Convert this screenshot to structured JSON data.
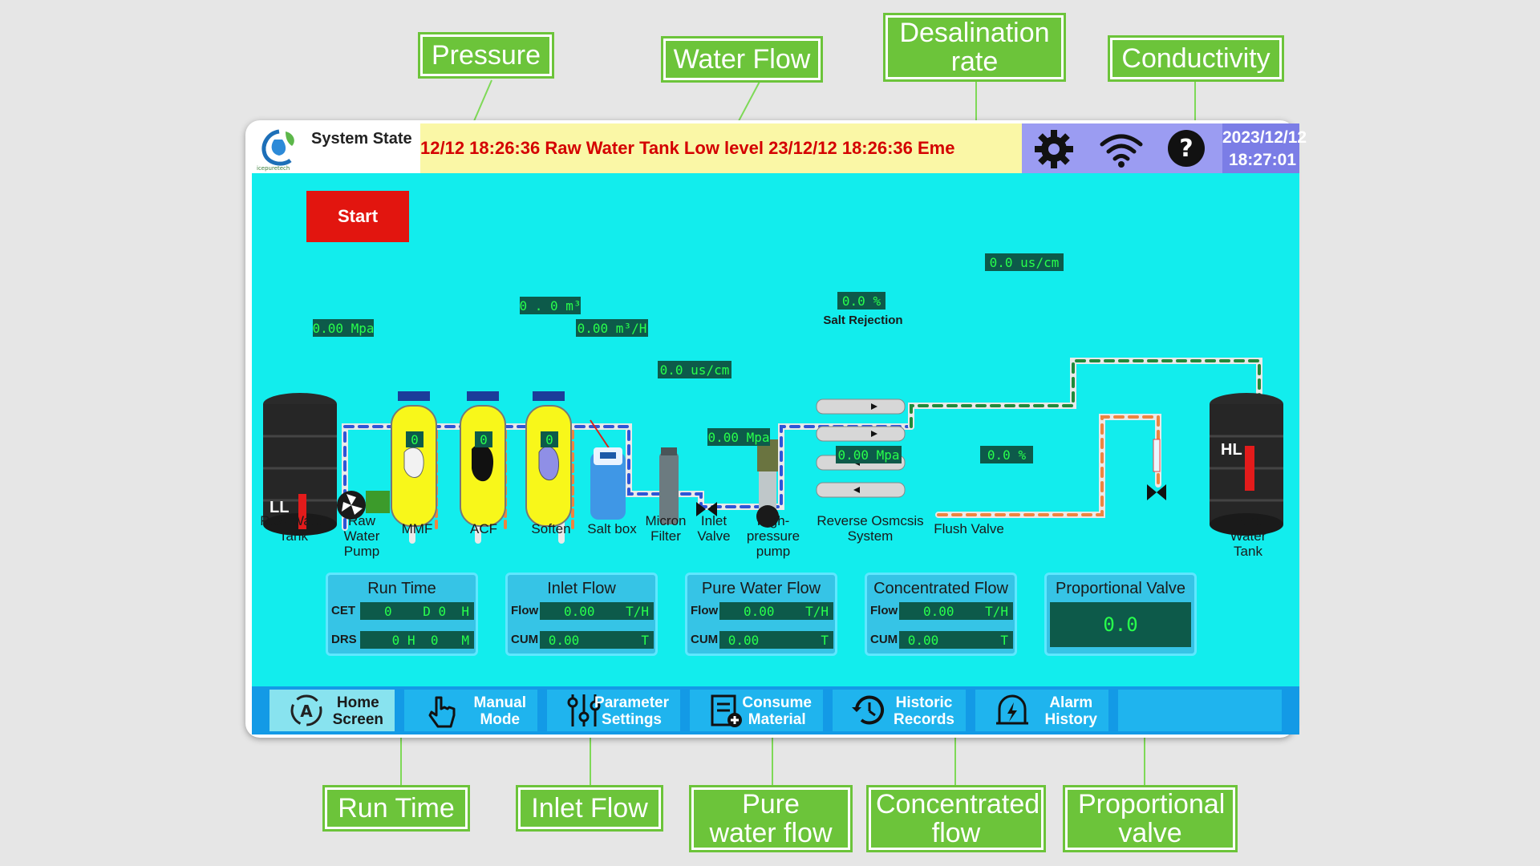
{
  "callouts": {
    "pressure": "Pressure",
    "water_flow": "Water Flow",
    "desalination_rate": "Desalination rate",
    "conductivity": "Conductivity",
    "run_time": "Run Time",
    "inlet_flow": "Inlet Flow",
    "pure_water_flow": "Pure water flow",
    "concentrated_flow": "Concentrated flow",
    "proportional_valve": "Proportional valve"
  },
  "colors": {
    "callout_green": "#6cc43a",
    "panel_cyan": "#12eded",
    "ticker_bg": "#faf7a6",
    "ticker_text": "#d40000",
    "display_bg": "#0d5a4a",
    "display_text": "#28ff4c",
    "start_red": "#e2150f",
    "nav_blue": "#139ae6"
  },
  "header": {
    "logo_icon": "water-drop-leaf-logo",
    "logo_caption": "icepuretech",
    "title": "System State",
    "alarm_ticker": "12/12  18:26:36   Raw Water Tank Low level   23/12/12  18:26:36    Eme",
    "icons": [
      "gear-icon",
      "wifi-icon",
      "help-icon"
    ],
    "date": "2023/12/12",
    "time": "18:27:01"
  },
  "start_button": "Start",
  "displays": {
    "pressure_inlet": "0.00 Mpa",
    "water_volume": "0 . 0  m³",
    "water_flow": "0.00  m³/H",
    "conductivity_inlet": "0.0   us/cm",
    "pressure_hp": "0.00 Mpa",
    "salt_rejection_value": "0.0  %",
    "salt_rejection_label": "Salt Rejection",
    "pressure_ro": "0.00  Mpa",
    "conductivity_out": "0.0   us/cm",
    "flush_percent": "0.0   %",
    "mmf_counter": "0",
    "acf_counter": "0",
    "soften_counter": "0",
    "raw_tank_level": "LL",
    "pure_tank_level": "HL"
  },
  "components": {
    "raw_water_tank": "Raw Water Tank",
    "raw_water_pump": "Raw Water Pump",
    "mmf": "MMF",
    "acf": "ACF",
    "soften": "Soften",
    "salt_box": "Salt box",
    "micron_filter": "Micron Filter",
    "inlet_valve": "Inlet Valve",
    "high_pressure_pump": "High-pressure pump",
    "ro_system": "Reverse Osmcsis System",
    "flush_valve": "Flush Valve",
    "pure_water_tank": "Pure Water Tank"
  },
  "cards": {
    "run_time": {
      "title": "Run Time",
      "row1_label": "CET",
      "row1_value": "0    D 0  H",
      "row2_label": "DRS",
      "row2_value": "0 H  0   M"
    },
    "inlet_flow": {
      "title": "Inlet Flow",
      "row1_label": "Flow",
      "row1_value": "0.00    T/H",
      "row2_label": "CUM",
      "row2_value": "0.00        T"
    },
    "pure_water_flow": {
      "title": "Pure Water Flow",
      "row1_label": "Flow",
      "row1_value": "0.00    T/H",
      "row2_label": "CUM",
      "row2_value": "0.00        T"
    },
    "concentrated_flow": {
      "title": "Concentrated Flow",
      "row1_label": "Flow",
      "row1_value": "0.00    T/H",
      "row2_label": "CUM",
      "row2_value": "0.00        T"
    },
    "proportional_valve": {
      "title": "Proportional Valve",
      "value": "0.0"
    }
  },
  "nav": [
    {
      "label1": "Home",
      "label2": "Screen",
      "icon": "home-auto-icon"
    },
    {
      "label1": "Manual",
      "label2": "Mode",
      "icon": "hand-pointer-icon"
    },
    {
      "label1": "Parameter",
      "label2": "Settings",
      "icon": "sliders-icon"
    },
    {
      "label1": "Consume",
      "label2": "Material",
      "icon": "clipboard-add-icon"
    },
    {
      "label1": "Historic",
      "label2": "Records",
      "icon": "history-icon"
    },
    {
      "label1": "Alarm",
      "label2": "History",
      "icon": "alarm-bell-icon"
    }
  ]
}
